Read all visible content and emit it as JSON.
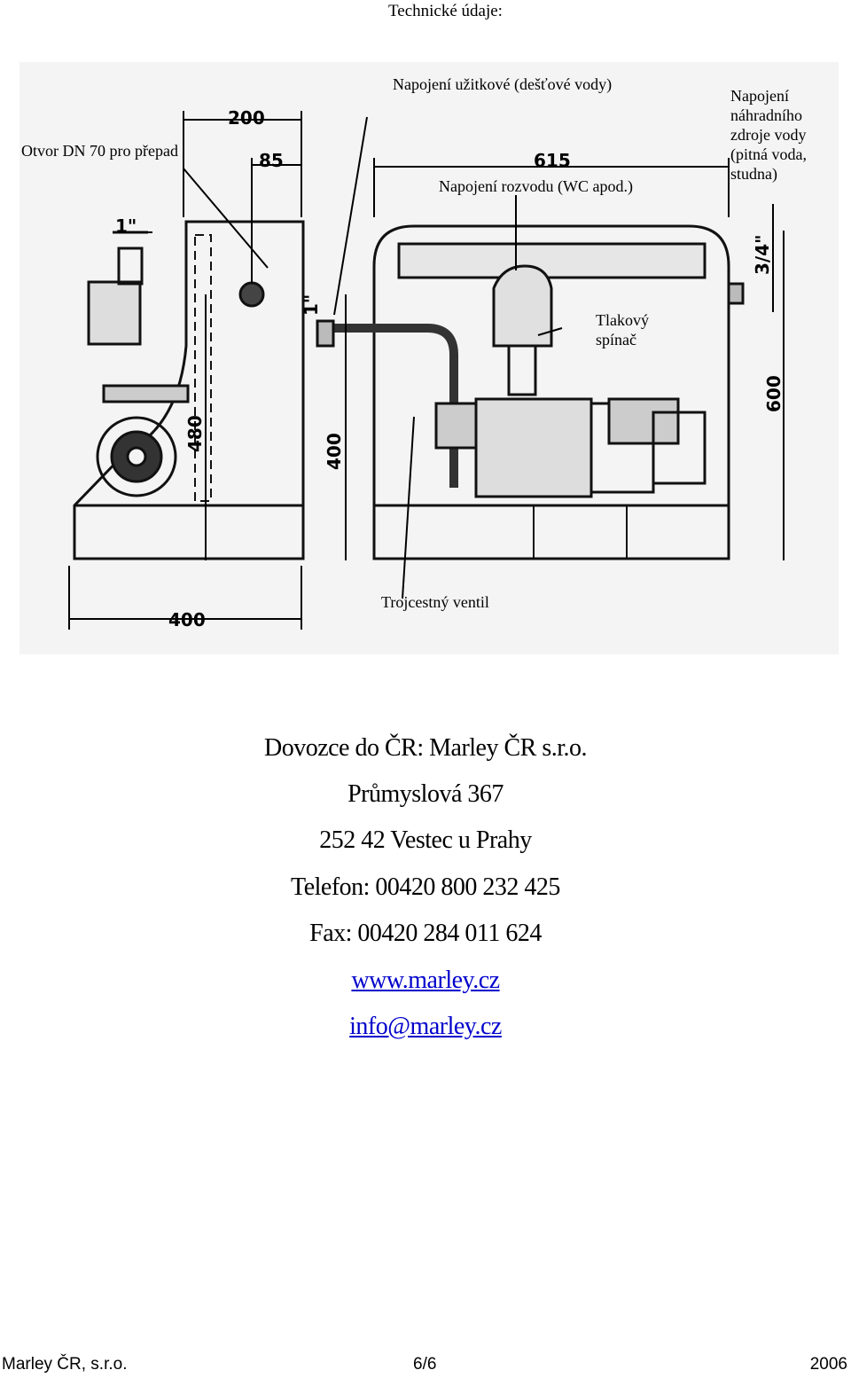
{
  "page_title": "Technické údaje:",
  "figure": {
    "callouts": {
      "overflow": "Otvor DN 70 pro přepad",
      "utility_water": "Napojení užitkové (dešťové vody)",
      "distribution": "Napojení rozvodu (WC apod.)",
      "backup_source": "Napojení náhradního zdroje vody (pitná voda, studna)",
      "pressure_switch": "Tlakový spínač",
      "three_way_valve": "Trojcestný ventil"
    },
    "dimensions": {
      "d200": "200",
      "d85": "85",
      "d615": "615",
      "d1in_top": "1\"",
      "d1in_side": "1\"",
      "d3_4": "3/4\"",
      "d480": "480",
      "d400_vertical": "400",
      "d600": "600",
      "d400_bottom": "400"
    }
  },
  "contact": {
    "importer": "Dovozce do ČR: Marley ČR s.r.o.",
    "street": "Průmyslová 367",
    "city": "252 42  Vestec u Prahy",
    "phone": "Telefon: 00420 800 232  425",
    "fax": "Fax: 00420 284  011 624",
    "web": "www.marley.cz",
    "email": "info@marley.cz"
  },
  "footer": {
    "company": "Marley ČR, s.r.o.",
    "page": "6/6",
    "year": "2006"
  }
}
